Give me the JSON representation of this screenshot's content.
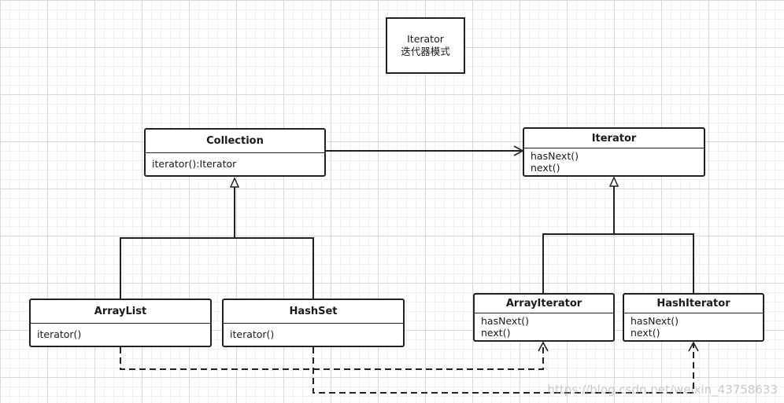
{
  "note": {
    "line1": "Iterator",
    "line2": "迭代器模式"
  },
  "classes": {
    "collection": {
      "name": "Collection",
      "methods": [
        "iterator():Iterator"
      ]
    },
    "iterator": {
      "name": "Iterator",
      "methods": [
        "hasNext()",
        "next()"
      ]
    },
    "arraylist": {
      "name": "ArrayList",
      "methods": [
        "iterator()"
      ]
    },
    "hashset": {
      "name": "HashSet",
      "methods": [
        "iterator()"
      ]
    },
    "arrayiterator": {
      "name": "ArrayIterator",
      "methods": [
        "hasNext()",
        "next()"
      ]
    },
    "hashiterator": {
      "name": "HashIterator",
      "methods": [
        "hasNext()",
        "next()"
      ]
    }
  },
  "relations": [
    {
      "from": "Collection",
      "to": "Iterator",
      "type": "association"
    },
    {
      "from": "ArrayList",
      "to": "Collection",
      "type": "realization"
    },
    {
      "from": "HashSet",
      "to": "Collection",
      "type": "realization"
    },
    {
      "from": "ArrayIterator",
      "to": "Iterator",
      "type": "realization"
    },
    {
      "from": "HashIterator",
      "to": "Iterator",
      "type": "realization"
    },
    {
      "from": "ArrayList",
      "to": "ArrayIterator",
      "type": "dependency"
    },
    {
      "from": "HashSet",
      "to": "HashIterator",
      "type": "dependency"
    }
  ],
  "watermark": "https://blog.csdn.net/weixin_43758633"
}
